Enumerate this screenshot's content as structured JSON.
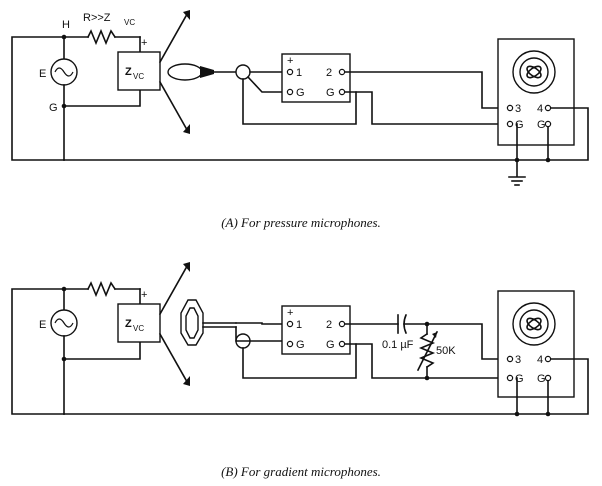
{
  "diagram_a": {
    "caption": "(A) For pressure microphones.",
    "source_h": "H",
    "resistor_label": "R>>Z",
    "resistor_sub": "VC",
    "source_e": "E",
    "ground_g": "G",
    "zvc_main": "Z",
    "zvc_sub": "VC",
    "plus": "+",
    "amp_plus": "+",
    "amp_1": "1",
    "amp_2": "2",
    "amp_g1": "G",
    "amp_g2": "G",
    "scope_3": "3",
    "scope_4": "4",
    "scope_g1": "G",
    "scope_g2": "G"
  },
  "diagram_b": {
    "caption": "(B) For gradient microphones.",
    "source_e": "E",
    "zvc_main": "Z",
    "zvc_sub": "VC",
    "plus": "+",
    "amp_plus": "+",
    "amp_1": "1",
    "amp_2": "2",
    "amp_g1": "G",
    "amp_g2": "G",
    "capacitor_label": "0.1 µF",
    "resistor_label": "50K",
    "scope_3": "3",
    "scope_4": "4",
    "scope_g1": "G",
    "scope_g2": "G"
  }
}
